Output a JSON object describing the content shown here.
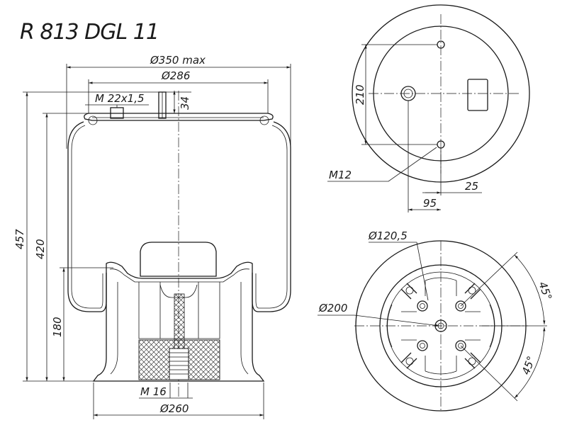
{
  "title": "R 813 DGL 11",
  "dims": {
    "d350": "Ø350 max",
    "d286": "Ø286",
    "m22": "M 22x1,5",
    "h34": "34",
    "h457": "457",
    "h420": "420",
    "h180": "180",
    "m16": "M 16",
    "d260": "Ø260",
    "h210": "210",
    "m12": "M12",
    "w25": "25",
    "w95": "95",
    "d1205": "Ø120,5",
    "d200": "Ø200",
    "a45a": "45°",
    "a45b": "45°"
  }
}
